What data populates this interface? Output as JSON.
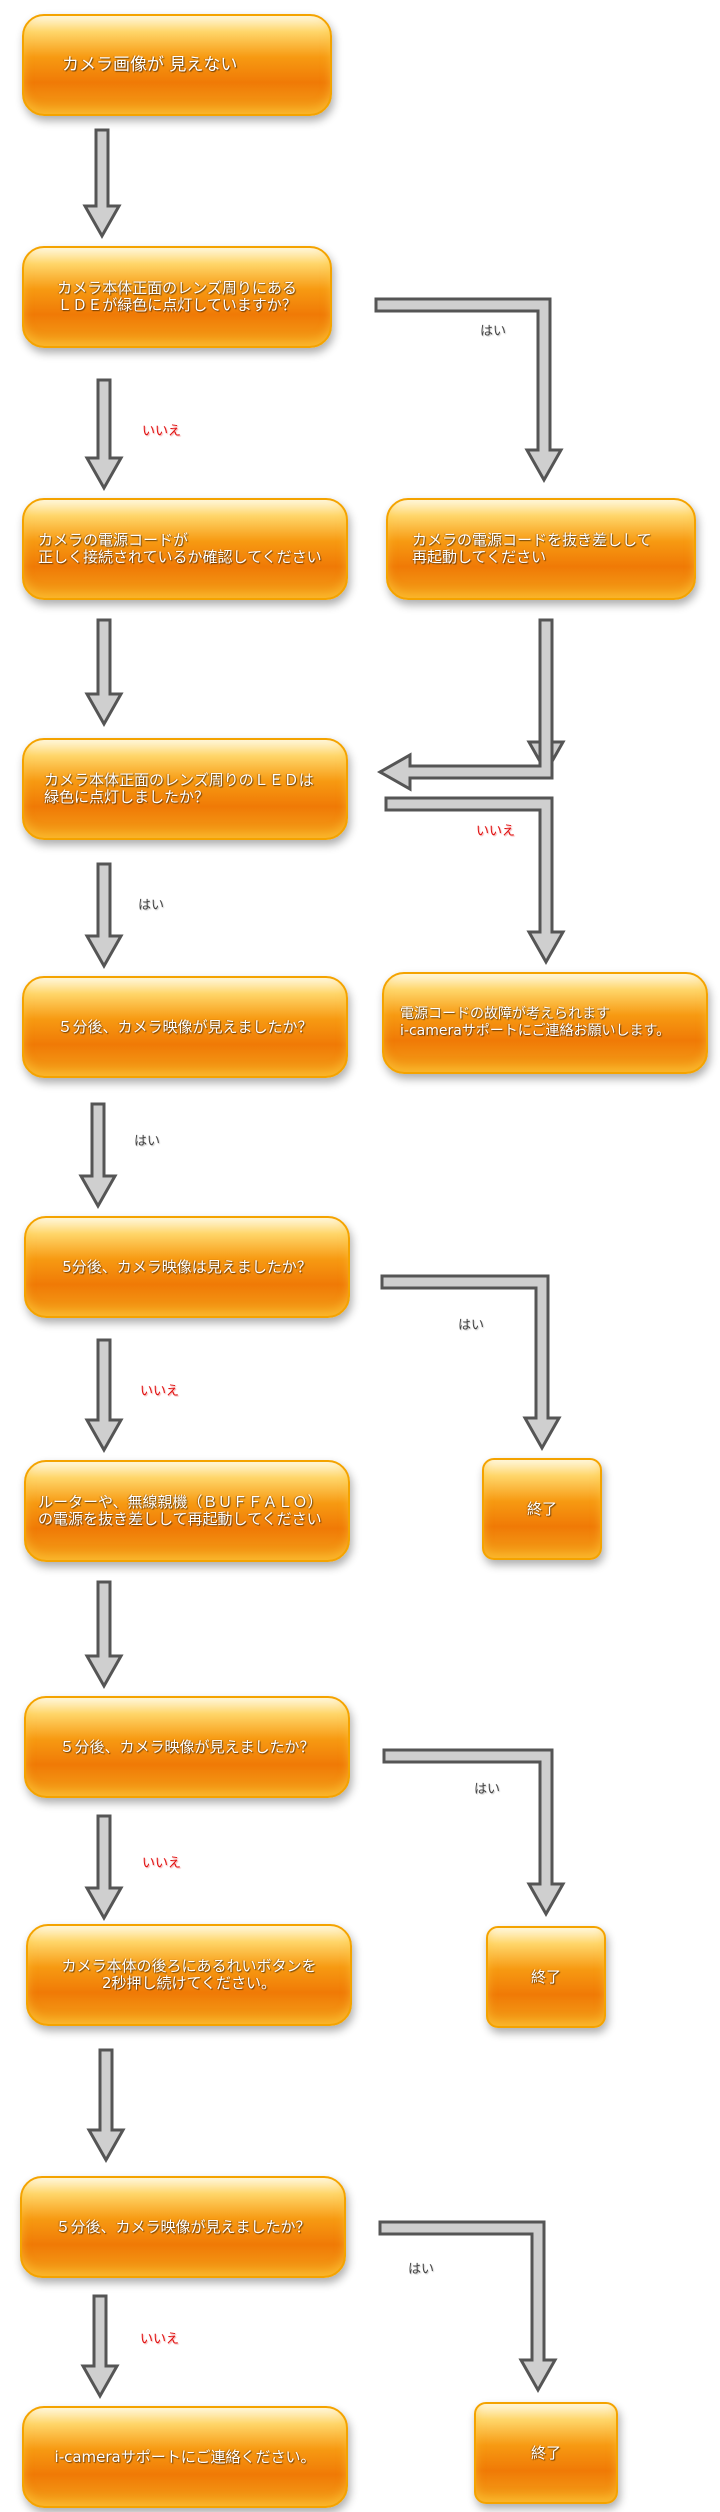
{
  "labels": {
    "yes": "はい",
    "no": "いいえ"
  },
  "colors": {
    "box_orange": "#f07a06",
    "box_border": "#f4a300",
    "arrow_fill": "#cfcfcf",
    "arrow_stroke": "#555555",
    "yes_text": "#444444",
    "no_text": "#e01010"
  },
  "boxes": {
    "b1": "カメラ画像が 見えない",
    "b2": "カメラ本体正面のレンズ周りにある\nＬＤＥが緑色に点灯していますか？",
    "b3": "カメラの電源コードが\n正しく接続されているか確認してください",
    "b4": "カメラの電源コードを抜き差しして\n再起動してください",
    "b5": "カメラ本体正面のレンズ周りのＬＥＤは\n緑色に点灯しましたか？",
    "b6": "５分後、カメラ映像が見えましたか？",
    "b7": "電源コードの故障が考えられます\ni-cameraサポートにご連絡お願いします。",
    "b8": "5分後、カメラ映像は見えましたか？",
    "b9": "ルーターや、無線親機（ＢＵＦＦＡＬＯ）\nの電源を抜き差しして再起動してください",
    "b10": "終了",
    "b11": "５分後、カメラ映像が見えましたか？",
    "b12": "カメラ本体の後ろにあるれいボタンを\n2秒押し続けてください。",
    "b13": "終了",
    "b14": "５分後、カメラ映像が見えましたか？",
    "b15": "i-cameraサポートにご連絡ください。",
    "b16": "終了"
  }
}
